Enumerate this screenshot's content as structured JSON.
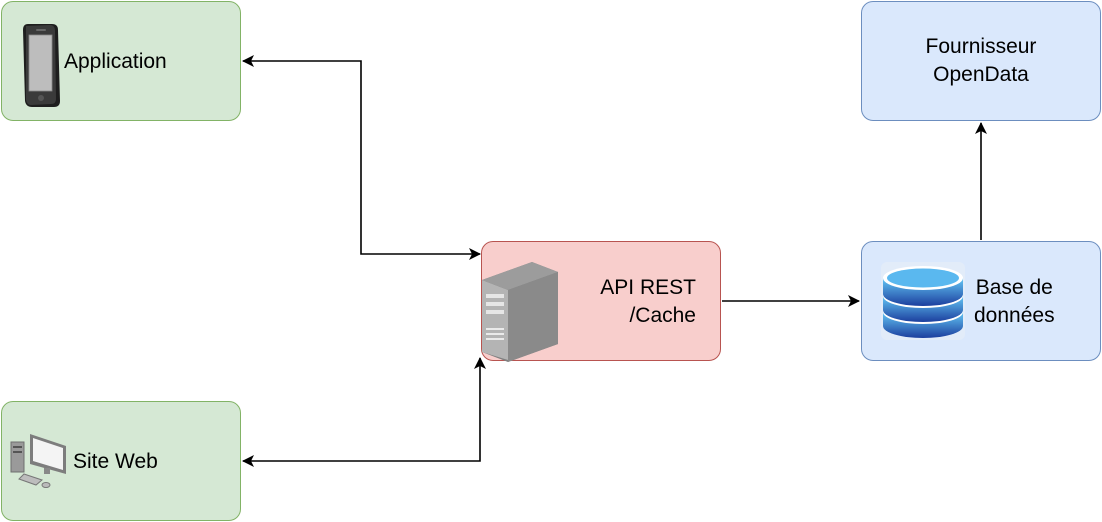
{
  "colors": {
    "client_fill": "#d5e8d4",
    "client_stroke": "#82b366",
    "api_fill": "#f8cecc",
    "api_stroke": "#b85450",
    "data_fill": "#dae8fc",
    "data_stroke": "#6c8ebf",
    "edge": "#000000"
  },
  "nodes": {
    "application": {
      "label": "Application",
      "icon": "smartphone-icon"
    },
    "site_web": {
      "label": "Site Web",
      "icon": "desktop-computer-icon"
    },
    "api": {
      "label": "API REST\n/Cache",
      "icon": "server-tower-icon"
    },
    "database": {
      "label": "Base de\ndonnées",
      "icon": "database-icon"
    },
    "provider": {
      "label": "Fournisseur\nOpenData"
    }
  },
  "edges": [
    {
      "from": "api",
      "to": "application",
      "direction": "both"
    },
    {
      "from": "api",
      "to": "site_web",
      "direction": "both"
    },
    {
      "from": "api",
      "to": "database",
      "direction": "forward"
    },
    {
      "from": "database",
      "to": "provider",
      "direction": "forward"
    }
  ]
}
